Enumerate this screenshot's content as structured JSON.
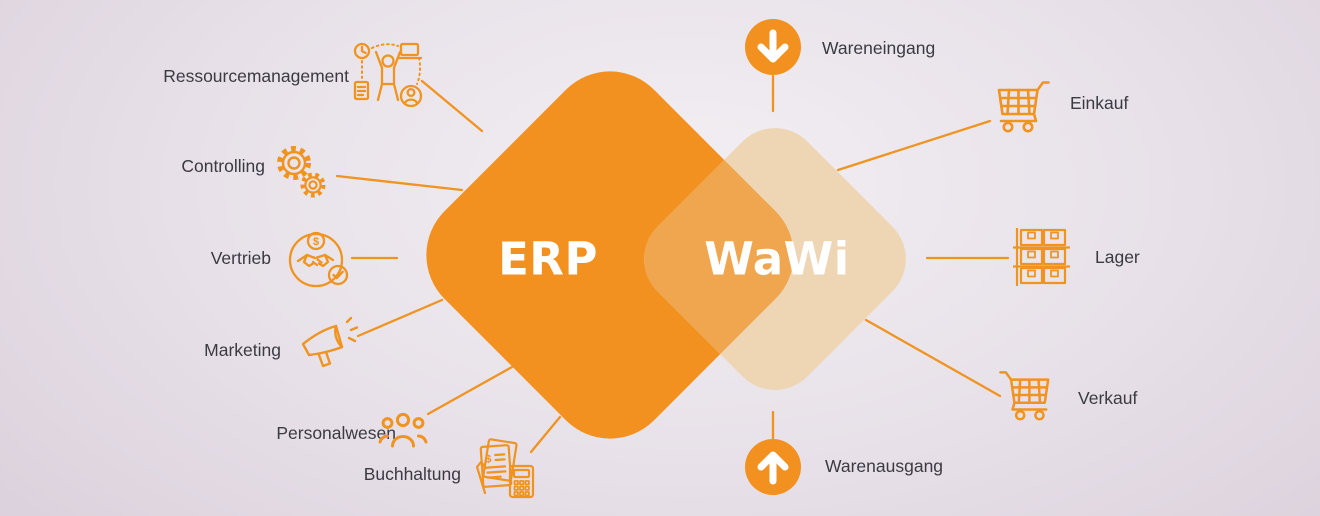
{
  "diagram": {
    "erp": {
      "label": "ERP",
      "color": "#F2911F"
    },
    "wawi": {
      "label": "WaWi",
      "color": "#EED5B4"
    },
    "overlap_color": "#F0A54F",
    "accent_color": "#F0931F",
    "text_color": "#3B3A43",
    "erp_modules": [
      {
        "label": "Ressourcemanagement",
        "icon": "resource-management-icon"
      },
      {
        "label": "Controlling",
        "icon": "gears-icon"
      },
      {
        "label": "Vertrieb",
        "icon": "sales-handshake-icon"
      },
      {
        "label": "Marketing",
        "icon": "megaphone-icon"
      },
      {
        "label": "Personalwesen",
        "icon": "people-icon"
      },
      {
        "label": "Buchhaltung",
        "icon": "invoice-calculator-icon"
      }
    ],
    "wawi_modules": [
      {
        "label": "Wareneingang",
        "icon": "arrow-down-circle-icon"
      },
      {
        "label": "Einkauf",
        "icon": "shopping-cart-icon"
      },
      {
        "label": "Lager",
        "icon": "warehouse-shelf-icon"
      },
      {
        "label": "Verkauf",
        "icon": "shopping-cart-icon"
      },
      {
        "label": "Warenausgang",
        "icon": "arrow-up-circle-icon"
      }
    ]
  }
}
